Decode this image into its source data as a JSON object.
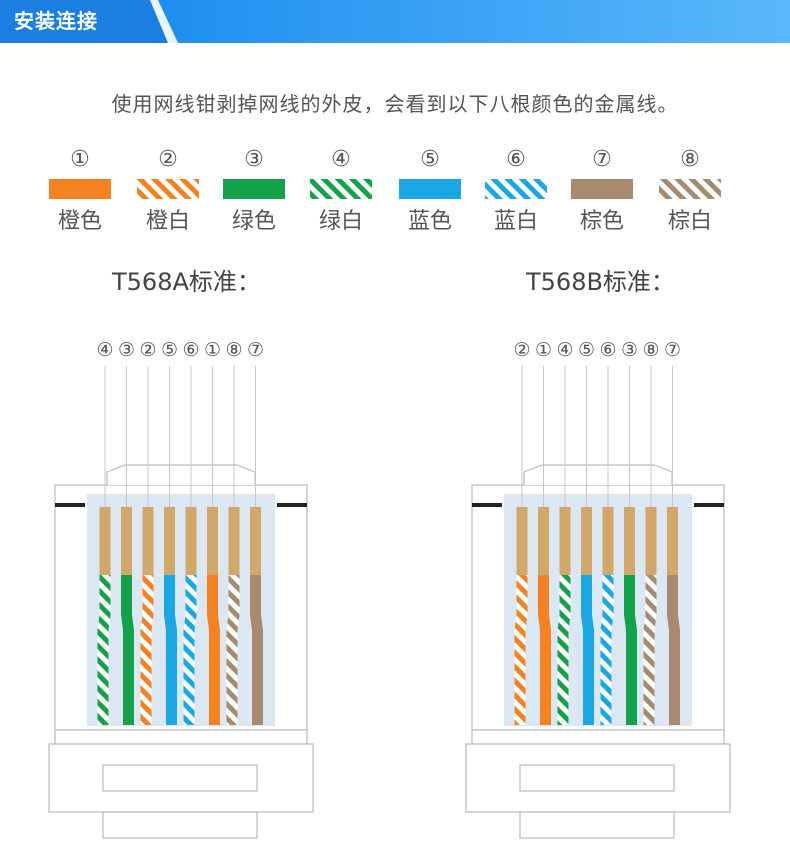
{
  "header": {
    "title": "安装连接",
    "accent": "#1e8ff0"
  },
  "intro_text": "使用网线钳剥掉网线的外皮，会看到以下八根颜色的金属线。",
  "wires": [
    {
      "number": "①",
      "label": "橙色",
      "color": "#f58220",
      "striped": false
    },
    {
      "number": "②",
      "label": "橙白",
      "color": "#f58220",
      "striped": true
    },
    {
      "number": "③",
      "label": "绿色",
      "color": "#13a24a",
      "striped": false
    },
    {
      "number": "④",
      "label": "绿白",
      "color": "#13a24a",
      "striped": true
    },
    {
      "number": "⑤",
      "label": "蓝色",
      "color": "#1aa7e6",
      "striped": false
    },
    {
      "number": "⑥",
      "label": "蓝白",
      "color": "#1aa7e6",
      "striped": true
    },
    {
      "number": "⑦",
      "label": "棕色",
      "color": "#a88a6e",
      "striped": false
    },
    {
      "number": "⑧",
      "label": "棕白",
      "color": "#a88a6e",
      "striped": true
    }
  ],
  "standards": [
    {
      "id": "a",
      "title": "T568A标准：",
      "order": [
        4,
        3,
        2,
        5,
        6,
        1,
        8,
        7
      ]
    },
    {
      "id": "b",
      "title": "T568B标准：",
      "order": [
        2,
        1,
        4,
        5,
        6,
        3,
        8,
        7
      ]
    }
  ],
  "colors": {
    "pin_gold": "#d2a868",
    "body_blue": "#dbe8f4",
    "outline": "#bbbbbb",
    "text": "#555555"
  }
}
